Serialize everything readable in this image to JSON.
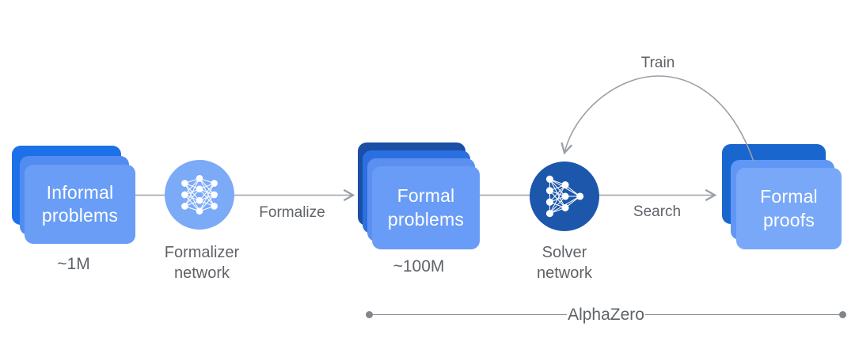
{
  "stacks": {
    "informal": {
      "line1": "Informal",
      "line2": "problems",
      "count": "~1M"
    },
    "formal_problems": {
      "line1": "Formal",
      "line2": "problems",
      "count": "~100M"
    },
    "formal_proofs": {
      "line1": "Formal",
      "line2": "proofs"
    }
  },
  "networks": {
    "formalizer": {
      "line1": "Formalizer",
      "line2": "network"
    },
    "solver": {
      "line1": "Solver",
      "line2": "network"
    }
  },
  "edges": {
    "formalize": "Formalize",
    "search": "Search",
    "train": "Train"
  },
  "bracket": {
    "label": "AlphaZero"
  },
  "icons": {
    "formalizer": "neural-network-icon",
    "solver": "neural-network-icon"
  },
  "colors": {
    "arrow_gray": "#9AA0A6",
    "bracket_gray": "#80868B",
    "label_gray": "#5F6368",
    "text_white": "#FFFFFF",
    "formalizer_circle": "#7BAAF7",
    "solver_circle": "#1C57AB",
    "stack_informal_back": "#1C70E8",
    "stack_informal_mid": "#538CF1",
    "stack_informal_front": "#699DF6",
    "stack_problems_l1": "#1B4EA5",
    "stack_problems_l2": "#2B70E0",
    "stack_problems_l3": "#5C90F0",
    "stack_problems_l4": "#699CF6",
    "stack_proofs_back": "#1A66CF",
    "stack_proofs_mid": "#6097F5",
    "stack_proofs_front": "#79A8F8"
  }
}
